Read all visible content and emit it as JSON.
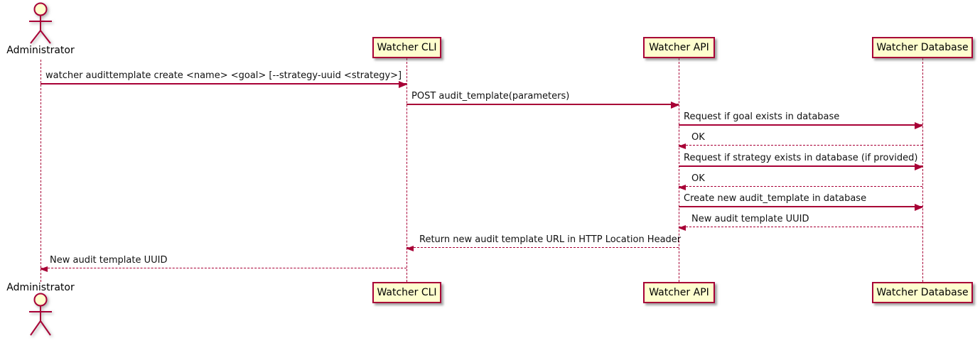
{
  "diagram": {
    "type": "sequence-diagram",
    "background": "#FFFFFF",
    "colors": {
      "accent": "#A80036",
      "participant_fill": "#FEFECE",
      "text": "#000000",
      "shadow": "#5A5A5A"
    },
    "participants": [
      {
        "name": "Administrator",
        "kind": "actor"
      },
      {
        "name": "Watcher CLI",
        "kind": "participant"
      },
      {
        "name": "Watcher API",
        "kind": "participant"
      },
      {
        "name": "Watcher Database",
        "kind": "participant"
      }
    ],
    "messages": [
      {
        "from": "Administrator",
        "to": "Watcher CLI",
        "line": "solid",
        "label": "watcher audittemplate create <name> <goal> [--strategy-uuid <strategy>]"
      },
      {
        "from": "Watcher CLI",
        "to": "Watcher API",
        "line": "solid",
        "label": "POST audit_template(parameters)"
      },
      {
        "from": "Watcher API",
        "to": "Watcher Database",
        "line": "solid",
        "label": "Request if goal exists in database"
      },
      {
        "from": "Watcher Database",
        "to": "Watcher API",
        "line": "dotted",
        "label": "OK"
      },
      {
        "from": "Watcher API",
        "to": "Watcher Database",
        "line": "solid",
        "label": "Request if strategy exists in database (if provided)"
      },
      {
        "from": "Watcher Database",
        "to": "Watcher API",
        "line": "dotted",
        "label": "OK"
      },
      {
        "from": "Watcher API",
        "to": "Watcher Database",
        "line": "solid",
        "label": "Create new audit_template in database"
      },
      {
        "from": "Watcher Database",
        "to": "Watcher API",
        "line": "dotted",
        "label": "New audit template UUID"
      },
      {
        "from": "Watcher API",
        "to": "Watcher CLI",
        "line": "dotted",
        "label": "Return new audit template URL in HTTP Location Header"
      },
      {
        "from": "Watcher CLI",
        "to": "Administrator",
        "line": "dotted",
        "label": "New audit template UUID"
      }
    ]
  }
}
